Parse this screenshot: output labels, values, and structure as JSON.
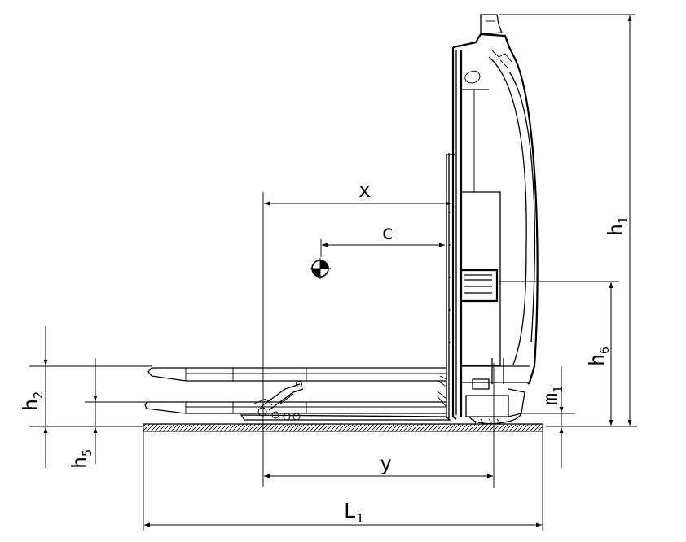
{
  "diagram": {
    "labels": {
      "x": "x",
      "c": "c",
      "y": "y",
      "h1": {
        "main": "h",
        "sub": "1"
      },
      "h2": {
        "main": "h",
        "sub": "2"
      },
      "h5": {
        "main": "h",
        "sub": "5"
      },
      "h6": {
        "main": "h",
        "sub": "6"
      },
      "m1": {
        "main": "m",
        "sub": "1"
      },
      "L1": {
        "main": "L",
        "sub": "1"
      }
    }
  }
}
